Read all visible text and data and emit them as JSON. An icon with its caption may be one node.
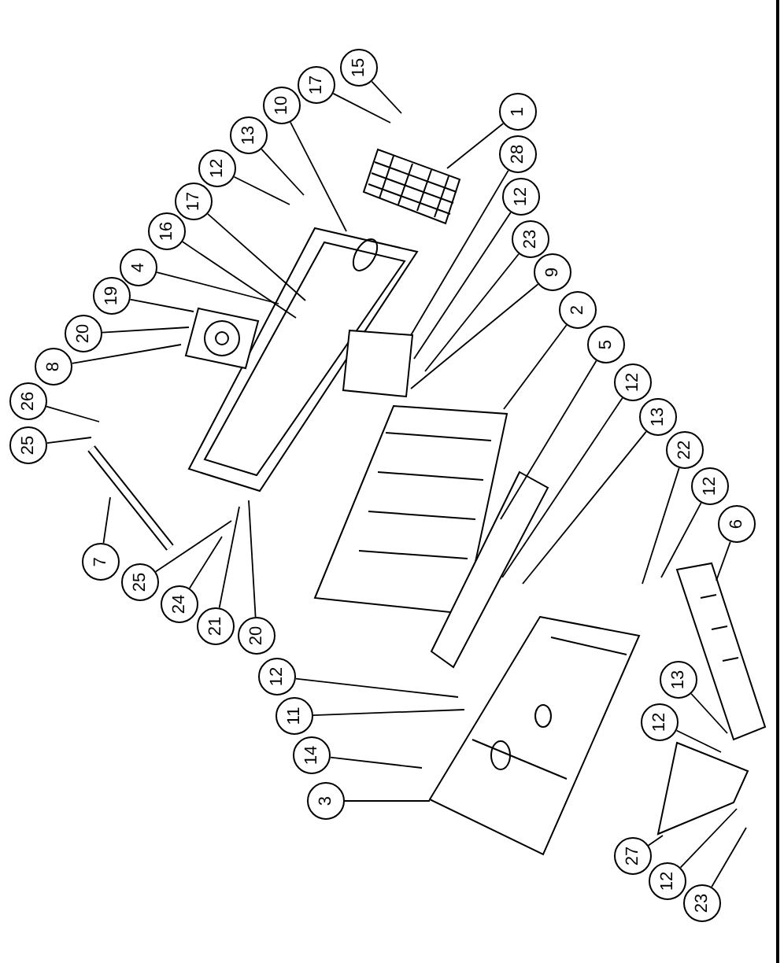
{
  "diagram": {
    "nodes": [
      {
        "text": [
          "1"
        ]
      },
      {
        "text": [
          "15"
        ]
      },
      {
        "text": [
          "17"
        ]
      },
      {
        "text": [
          "10"
        ]
      },
      {
        "text": [
          "13"
        ]
      },
      {
        "text": [
          "12"
        ]
      },
      {
        "text": [
          "17"
        ]
      },
      {
        "text": [
          "16"
        ]
      },
      {
        "text": [
          "4"
        ]
      },
      {
        "text": [
          "19"
        ]
      },
      {
        "text": [
          "20"
        ]
      },
      {
        "text": [
          "8"
        ]
      },
      {
        "text": [
          "26"
        ]
      },
      {
        "text": [
          "25"
        ]
      },
      {
        "text": [
          "7"
        ]
      },
      {
        "text": [
          "25"
        ]
      },
      {
        "text": [
          "24"
        ]
      },
      {
        "text": [
          "21"
        ]
      },
      {
        "text": [
          "20"
        ]
      },
      {
        "text": [
          "12"
        ]
      },
      {
        "text": [
          "11"
        ]
      },
      {
        "text": [
          "14"
        ]
      },
      {
        "text": [
          "3"
        ]
      },
      {
        "text": [
          "23"
        ]
      },
      {
        "text": [
          "12"
        ]
      },
      {
        "text": [
          "27"
        ]
      },
      {
        "text": [
          "12"
        ]
      },
      {
        "text": [
          "13"
        ]
      },
      {
        "text": [
          "6"
        ]
      },
      {
        "text": [
          "12"
        ]
      },
      {
        "text": [
          "22"
        ]
      },
      {
        "text": [
          "13"
        ]
      },
      {
        "text": [
          "12"
        ]
      },
      {
        "text": [
          "5"
        ]
      },
      {
        "text": [
          "2"
        ]
      },
      {
        "text": [
          "9"
        ]
      },
      {
        "text": [
          "23"
        ]
      },
      {
        "text": [
          "12"
        ]
      },
      {
        "text": [
          "28"
        ]
      }
    ],
    "edges": [
      {
        "from": 0,
        "to": null,
        "arrow": "none"
      },
      {
        "from": 1,
        "to": null,
        "arrow": "none"
      },
      {
        "from": 2,
        "to": null,
        "arrow": "none"
      },
      {
        "from": 3,
        "to": null,
        "arrow": "none"
      },
      {
        "from": 4,
        "to": null,
        "arrow": "none"
      },
      {
        "from": 5,
        "to": null,
        "arrow": "none"
      },
      {
        "from": 6,
        "to": null,
        "arrow": "none"
      },
      {
        "from": 7,
        "to": null,
        "arrow": "none"
      },
      {
        "from": 8,
        "to": null,
        "arrow": "none"
      },
      {
        "from": 9,
        "to": null,
        "arrow": "none"
      },
      {
        "from": 10,
        "to": null,
        "arrow": "none"
      },
      {
        "from": 11,
        "to": null,
        "arrow": "none"
      },
      {
        "from": 12,
        "to": null,
        "arrow": "none"
      },
      {
        "from": 13,
        "to": null,
        "arrow": "none"
      },
      {
        "from": 14,
        "to": null,
        "arrow": "none"
      },
      {
        "from": 15,
        "to": null,
        "arrow": "none"
      },
      {
        "from": 16,
        "to": null,
        "arrow": "none"
      },
      {
        "from": 17,
        "to": null,
        "arrow": "none"
      },
      {
        "from": 18,
        "to": null,
        "arrow": "none"
      },
      {
        "from": 19,
        "to": null,
        "arrow": "none"
      },
      {
        "from": 20,
        "to": null,
        "arrow": "none"
      },
      {
        "from": 21,
        "to": null,
        "arrow": "none"
      },
      {
        "from": 22,
        "to": null,
        "arrow": "none"
      },
      {
        "from": 23,
        "to": null,
        "arrow": "none"
      },
      {
        "from": 24,
        "to": null,
        "arrow": "none"
      },
      {
        "from": 25,
        "to": null,
        "arrow": "none"
      },
      {
        "from": 26,
        "to": null,
        "arrow": "none"
      },
      {
        "from": 27,
        "to": null,
        "arrow": "none"
      },
      {
        "from": 28,
        "to": null,
        "arrow": "none"
      },
      {
        "from": 29,
        "to": null,
        "arrow": "none"
      },
      {
        "from": 30,
        "to": null,
        "arrow": "none"
      },
      {
        "from": 31,
        "to": null,
        "arrow": "none"
      },
      {
        "from": 32,
        "to": null,
        "arrow": "none"
      },
      {
        "from": 33,
        "to": null,
        "arrow": "none"
      },
      {
        "from": 34,
        "to": null,
        "arrow": "none"
      },
      {
        "from": 35,
        "to": null,
        "arrow": "none"
      },
      {
        "from": 36,
        "to": null,
        "arrow": "none"
      },
      {
        "from": 37,
        "to": null,
        "arrow": "none"
      },
      {
        "from": 38,
        "to": null,
        "arrow": "none"
      }
    ]
  }
}
